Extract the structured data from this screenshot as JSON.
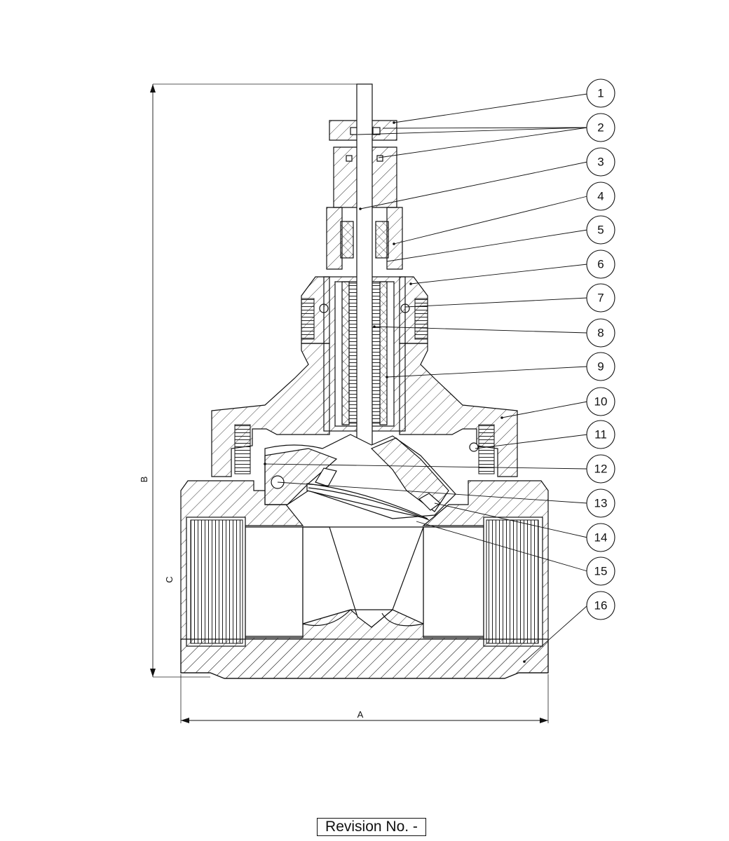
{
  "dimensions": {
    "a": "A",
    "b": "B",
    "c": "C"
  },
  "callouts": [
    "1",
    "2",
    "3",
    "4",
    "5",
    "6",
    "7",
    "8",
    "9",
    "10",
    "11",
    "12",
    "13",
    "14",
    "15",
    "16"
  ],
  "revision": "Revision No. -"
}
